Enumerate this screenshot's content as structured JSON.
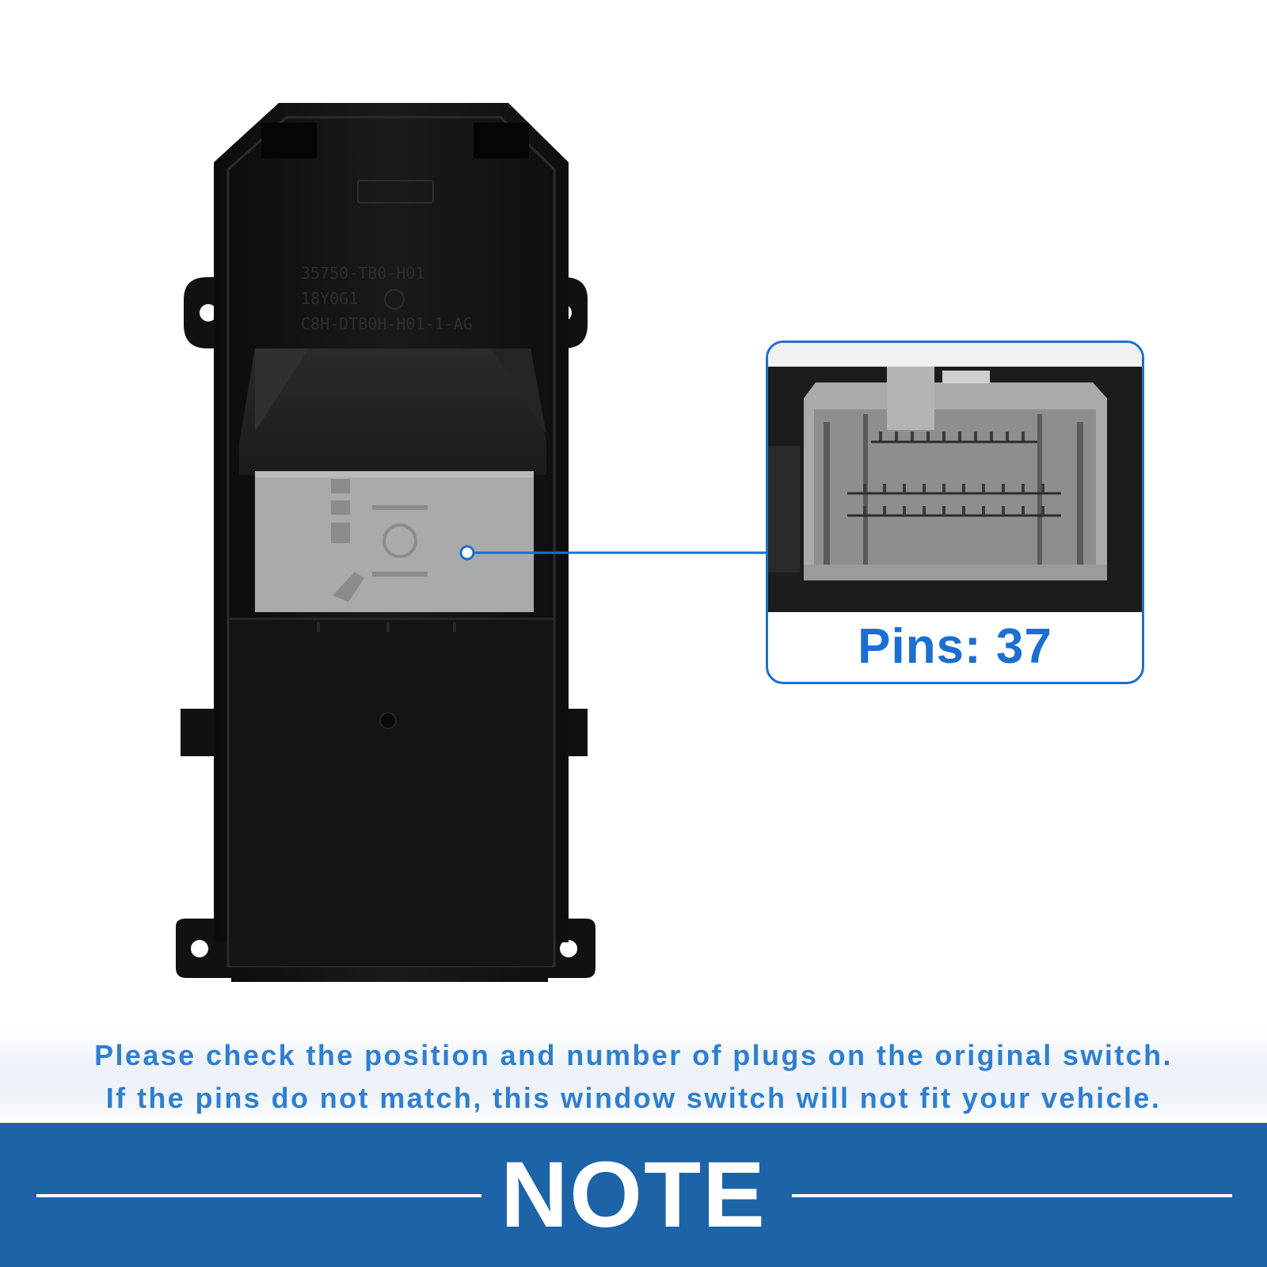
{
  "product": {
    "mold_marks": [
      "35750-TB0-H01",
      "18Y0G1",
      "C8H-DTB0H-H01-1-AG"
    ],
    "housing_color": "#141414",
    "connector_color": "#a9abaa"
  },
  "callout": {
    "label": "Pins: 37",
    "accent_color": "#1a6fd0"
  },
  "notice": {
    "line1": "Please check the position and number of plugs on the original switch.",
    "line2": "If the pins do not match, this window switch will not fit your vehicle.",
    "text_color": "#2f7fd0"
  },
  "footer": {
    "title": "NOTE",
    "background_color": "#1d63a8"
  }
}
